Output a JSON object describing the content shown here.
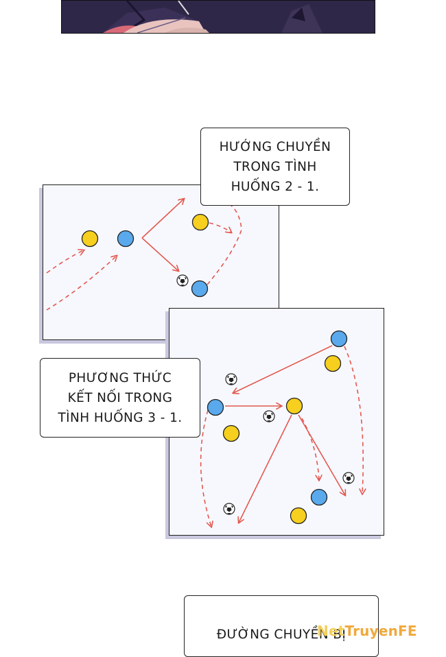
{
  "captions": {
    "passing_direction": [
      "HƯỚNG CHUYỀN",
      "TRONG TÌNH",
      "HUỐNG 2 - 1."
    ],
    "connection_method": [
      "PHƯƠNG THỨC",
      "KẾT NỐI TRONG",
      "TÌNH HUỐNG 3 - 1."
    ],
    "pass_route": [
      "ĐƯỜNG CHUYỀN BỊ"
    ]
  },
  "colors": {
    "team_blue": "#59a9ec",
    "team_yellow": "#f6cf1f",
    "arrow_red": "#e3584f"
  },
  "watermark": {
    "part1": "Net",
    "part2": "TruyenFE"
  }
}
